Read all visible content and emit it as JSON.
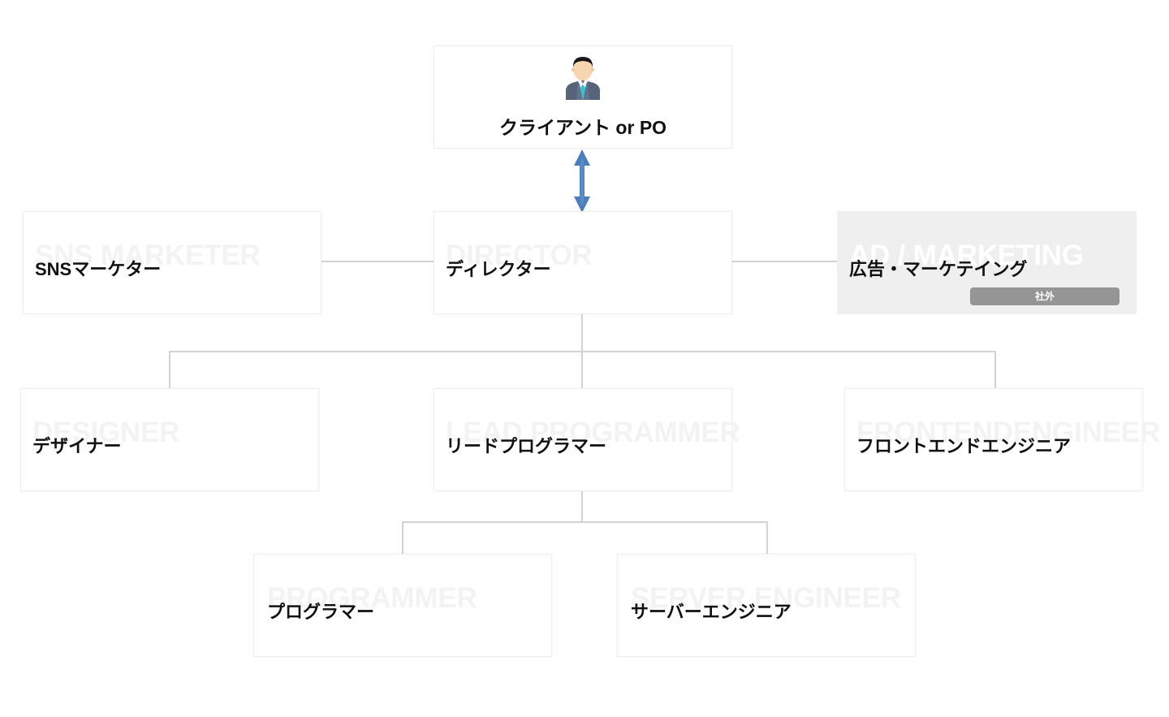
{
  "diagram": {
    "title": "Project Team Organization Chart",
    "colors": {
      "ghost_text": "#f3f3f3",
      "ghost_text_on_gray": "#ffffff",
      "card_border": "#eceeef",
      "connector": "#d2d2d2",
      "external_card_bg": "#efefef",
      "badge_bg": "#959595",
      "arrow_blue": "#4a7ebc",
      "label_text": "#111111"
    },
    "nodes": {
      "client": {
        "ghost": "",
        "label": "クライアント or PO",
        "icon": "businessman-avatar-icon"
      },
      "sns_marketer": {
        "ghost": "SNS MARKETER",
        "label": "SNSマーケター"
      },
      "director": {
        "ghost": "DIRECTOR",
        "label": "ディレクター"
      },
      "ad_marketing": {
        "ghost": "AD / MARKETING",
        "label": "広告・マーケテイング",
        "badge": "社外"
      },
      "designer": {
        "ghost": "DESIGNER",
        "label": "デザイナー"
      },
      "lead_programmer": {
        "ghost": "LEAD PROGRAMMER",
        "label": "リードプログラマー"
      },
      "frontend_engineer": {
        "ghost": "FRONTENDENGINEER",
        "label": "フロントエンドエンジニア"
      },
      "programmer": {
        "ghost": "PROGRAMMER",
        "label": "プログラマー"
      },
      "server_engineer": {
        "ghost": "SERVER ENGINEER",
        "label": "サーバーエンジニア"
      }
    }
  }
}
